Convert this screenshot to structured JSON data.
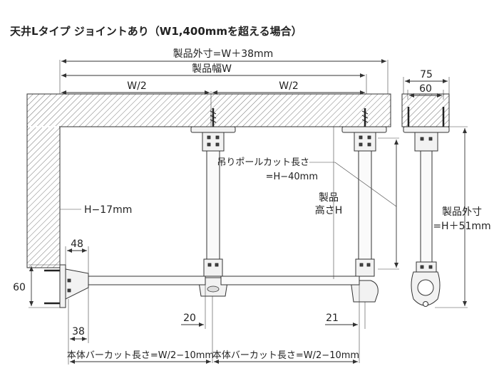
{
  "title": "天井Lタイプ ジョイントあり（W1,400mmを超える場合）",
  "dimensions": {
    "outer_width": "製品外寸=W＋38mm",
    "product_width": "製品幅W",
    "half_left": "W/2",
    "half_right": "W/2",
    "side_depth": "75",
    "side_inner": "60",
    "pole_cut_line1": "吊りポールカット長さ",
    "pole_cut_line2": "=H−40mm",
    "height_line1": "製品",
    "height_line2": "高さH",
    "outer_height_line1": "製品外寸",
    "outer_height_line2": "=H＋51mm",
    "wall_offset": "H−17mm",
    "bracket_48": "48",
    "bracket_60": "60",
    "bracket_38": "38",
    "joint_20": "20",
    "end_21": "21",
    "bar_cut_left": "本体バーカット長さ=W/2−10mm",
    "bar_cut_right": "本体バーカット長さ=W/2−10mm"
  }
}
